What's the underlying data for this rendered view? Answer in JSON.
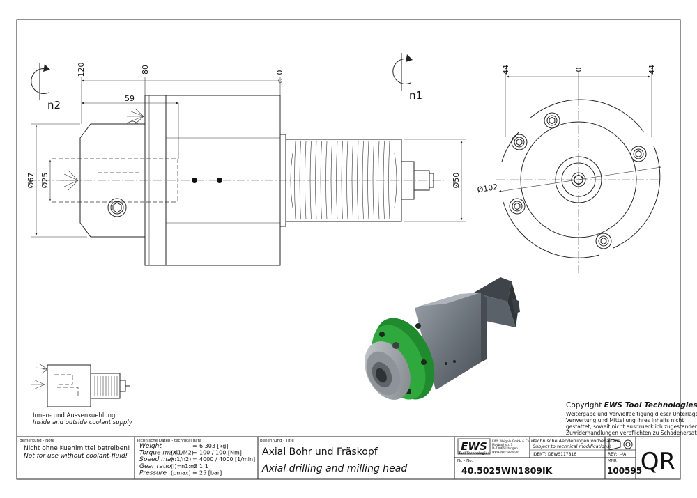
{
  "dimensions": {
    "d120": "120",
    "d80": "80",
    "d0_side": "0",
    "d59": "59",
    "d67": "Ø67",
    "d25": "Ø25",
    "d50": "Ø50",
    "d44_left": "44",
    "d0_front": "0",
    "d44_right": "44",
    "d102": "Ø102"
  },
  "rotation": {
    "n2": "n2",
    "n1": "n1"
  },
  "coolant": {
    "de": "Innen- und Aussenkuehlung",
    "en": "Inside and outside coolant supply"
  },
  "copyright": {
    "prefix": "Copyright ",
    "brand": "EWS Tool Technologies",
    "lines": [
      "Weitergabe und Vervielfaeltigung dieser Unterlage,",
      "Verwertung und Mitteilung ihres Inhalts nicht",
      "gestattet, soweit nicht ausdruecklich zugestanden.",
      "Zuwiderhandlungen verpflichten zu Schadenersatz."
    ]
  },
  "title_block": {
    "note_header": "Bemerkung - Note",
    "note_de": "Nicht ohne Kuehlmittel betreiben!",
    "note_en": "Not for use without coolant-fluid!",
    "tech_header": "Technische Daten - technical data",
    "tech_rows": [
      {
        "label": "Weight",
        "sym": "",
        "eq": "=",
        "value": "6.303 [kg]"
      },
      {
        "label": "Torque max.",
        "sym": "(M1/M2)",
        "eq": "=",
        "value": "100 / 100 [Nm]"
      },
      {
        "label": "Speed max.",
        "sym": "(n1/n2)",
        "eq": "=",
        "value": "4000 / 4000 [1/min]"
      },
      {
        "label": "Gear ratio",
        "sym": "(i)=n1:n2",
        "eq": "=",
        "value": "1:1"
      },
      {
        "label": "Pressure",
        "sym": "(pmax)",
        "eq": "=",
        "value": "25 [bar]"
      }
    ],
    "title_header": "Benennung - Title",
    "title_de": "Axial Bohr und Fräskopf",
    "title_en": "Axial drilling and milling head",
    "logo": "EWS",
    "logo_sub": "Tool Technologies",
    "address": [
      "EWS Weigele GmbH & Co. KG",
      "Maybachstr. 1",
      "D-73066 Uhingen",
      "www.ews-tools.de"
    ],
    "changes_de": "Technische Aenderungen vorbehalten!",
    "changes_en": "Subject to technical modifications!",
    "ident_label": "IDENT:",
    "ident_value": "DEWS117816",
    "rev_label": "REV:",
    "rev_value": "-/A",
    "nr_label": "Nr. - No.",
    "part_no": "40.5025WN1809IK",
    "mnr_label": "MNR",
    "mnr_value": "100595",
    "qr": "QR"
  }
}
